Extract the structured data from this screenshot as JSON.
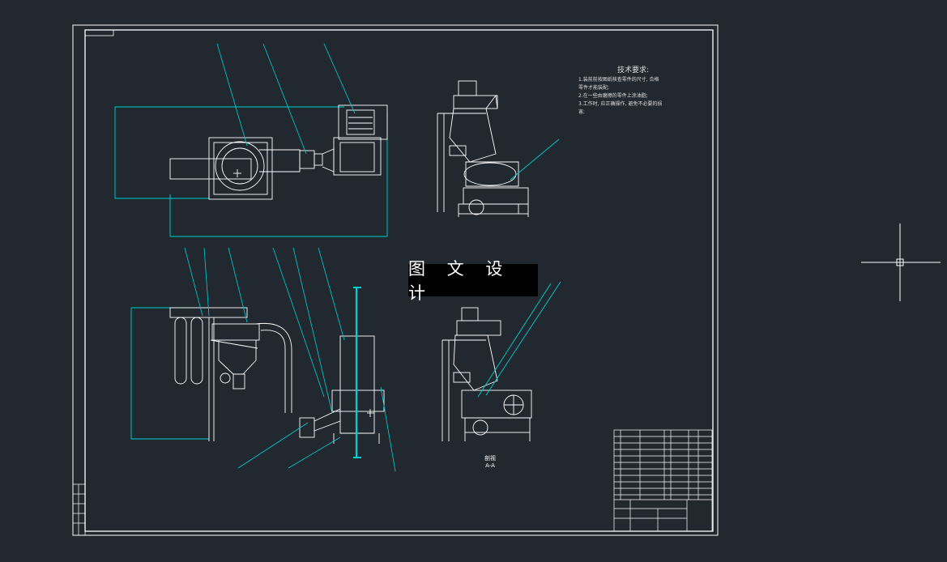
{
  "watermark": "图 文 设 计",
  "tech_requirements": {
    "title": "技术要求:",
    "lines": [
      "1.装前前按图纸核查零件的尺寸, 合格",
      "零件才能装配;",
      "2.在一些由磨擦的零件上涂油脂;",
      "3.工作时, 应正确操作, 避免不必要的损",
      "害;"
    ]
  },
  "section_view": {
    "name": "剖视",
    "label": "A-A"
  },
  "colors": {
    "background": "#212830",
    "frame": "#ffffff",
    "leader": "#00d0d0",
    "geometry": "#ffffff"
  }
}
